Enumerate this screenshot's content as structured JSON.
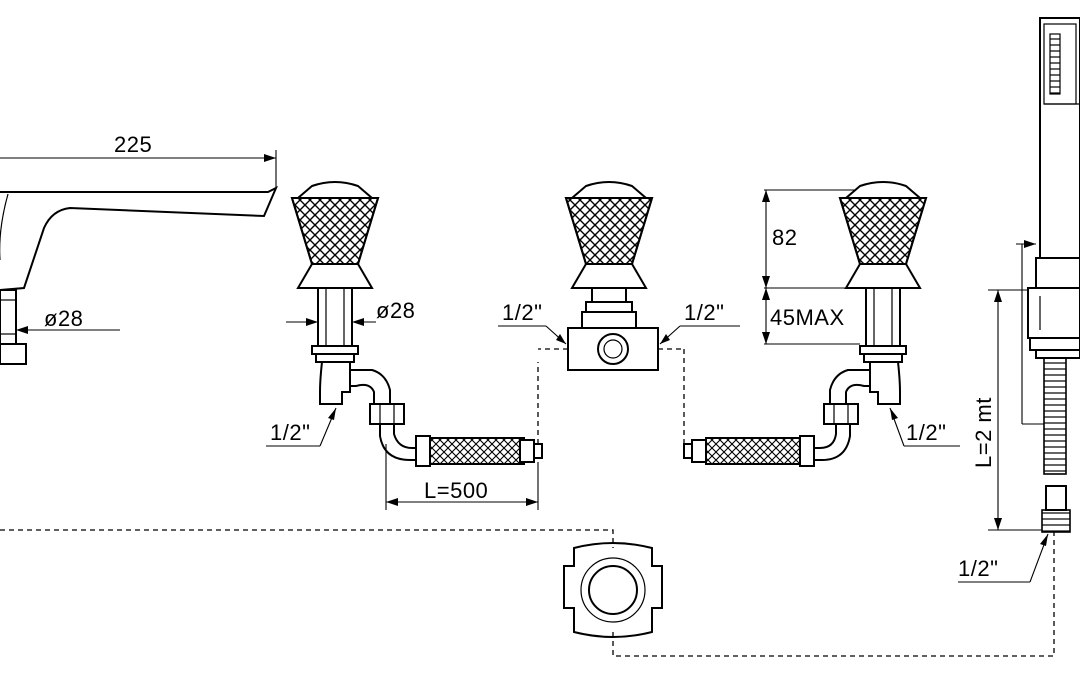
{
  "labels": {
    "spout_length": "225",
    "spout_diameter": "ø28",
    "handle_diameter": "ø28",
    "height_handle": "82",
    "height_max": "45MAX",
    "hose_length": "L=500",
    "handshower_hose": "L=2 mt",
    "thread_left_valve": "1/2\"",
    "thread_center_left": "1/2\"",
    "thread_center_right": "1/2\"",
    "thread_right_valve": "1/2\"",
    "thread_shower": "1/2\""
  },
  "colors": {
    "line": "#000000",
    "background": "#ffffff"
  }
}
